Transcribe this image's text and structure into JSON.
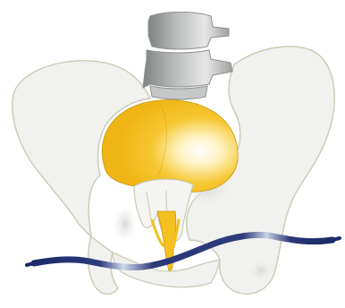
{
  "colors": {
    "background": "#ffffff",
    "bone_fill": "#f1f1ef",
    "bone_stroke": "#c9cbb4",
    "vertebra_dark": "#9a9d9c",
    "vertebra_light": "#dcdedd",
    "organ_yellow": "#f3c020",
    "organ_highlight": "#fffbe6",
    "nerve_blue": "#25306e",
    "nerve_highlight": "#c9d4e6"
  },
  "parts": [
    "vertebrae",
    "left-ilium",
    "right-ilium",
    "yellow-organ",
    "sacrum",
    "coccyx",
    "nerve",
    "pubic-bones"
  ]
}
